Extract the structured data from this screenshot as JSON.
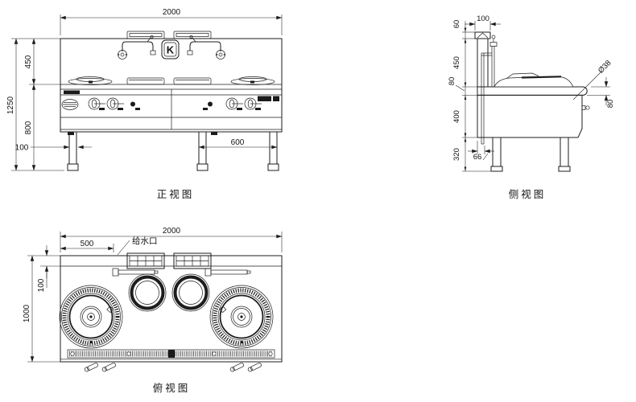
{
  "views": {
    "front": {
      "title": "正视图",
      "logo": "K",
      "dims": {
        "width": "2000",
        "overall_height": "1250",
        "backsplash_height": "450",
        "body_height": "800",
        "leg_inset": "100",
        "leg_spacing": "600"
      }
    },
    "side": {
      "title": "侧视图",
      "dims": {
        "cap_height": "60",
        "top_depth": "100",
        "backsplash_height": "450",
        "worktop_thickness": "80",
        "body_height": "400",
        "leg_height": "320",
        "drain_offset": "66",
        "rail_diameter": "Ø38",
        "front_edge_height": "80"
      }
    },
    "top": {
      "title": "俯视图",
      "water_inlet_label": "给水口",
      "dims": {
        "width": "2000",
        "inlet_offset": "500",
        "back_strip_depth": "100",
        "depth": "1000"
      }
    }
  },
  "colors": {
    "line": "#1d1d1d",
    "background": "#ffffff"
  }
}
